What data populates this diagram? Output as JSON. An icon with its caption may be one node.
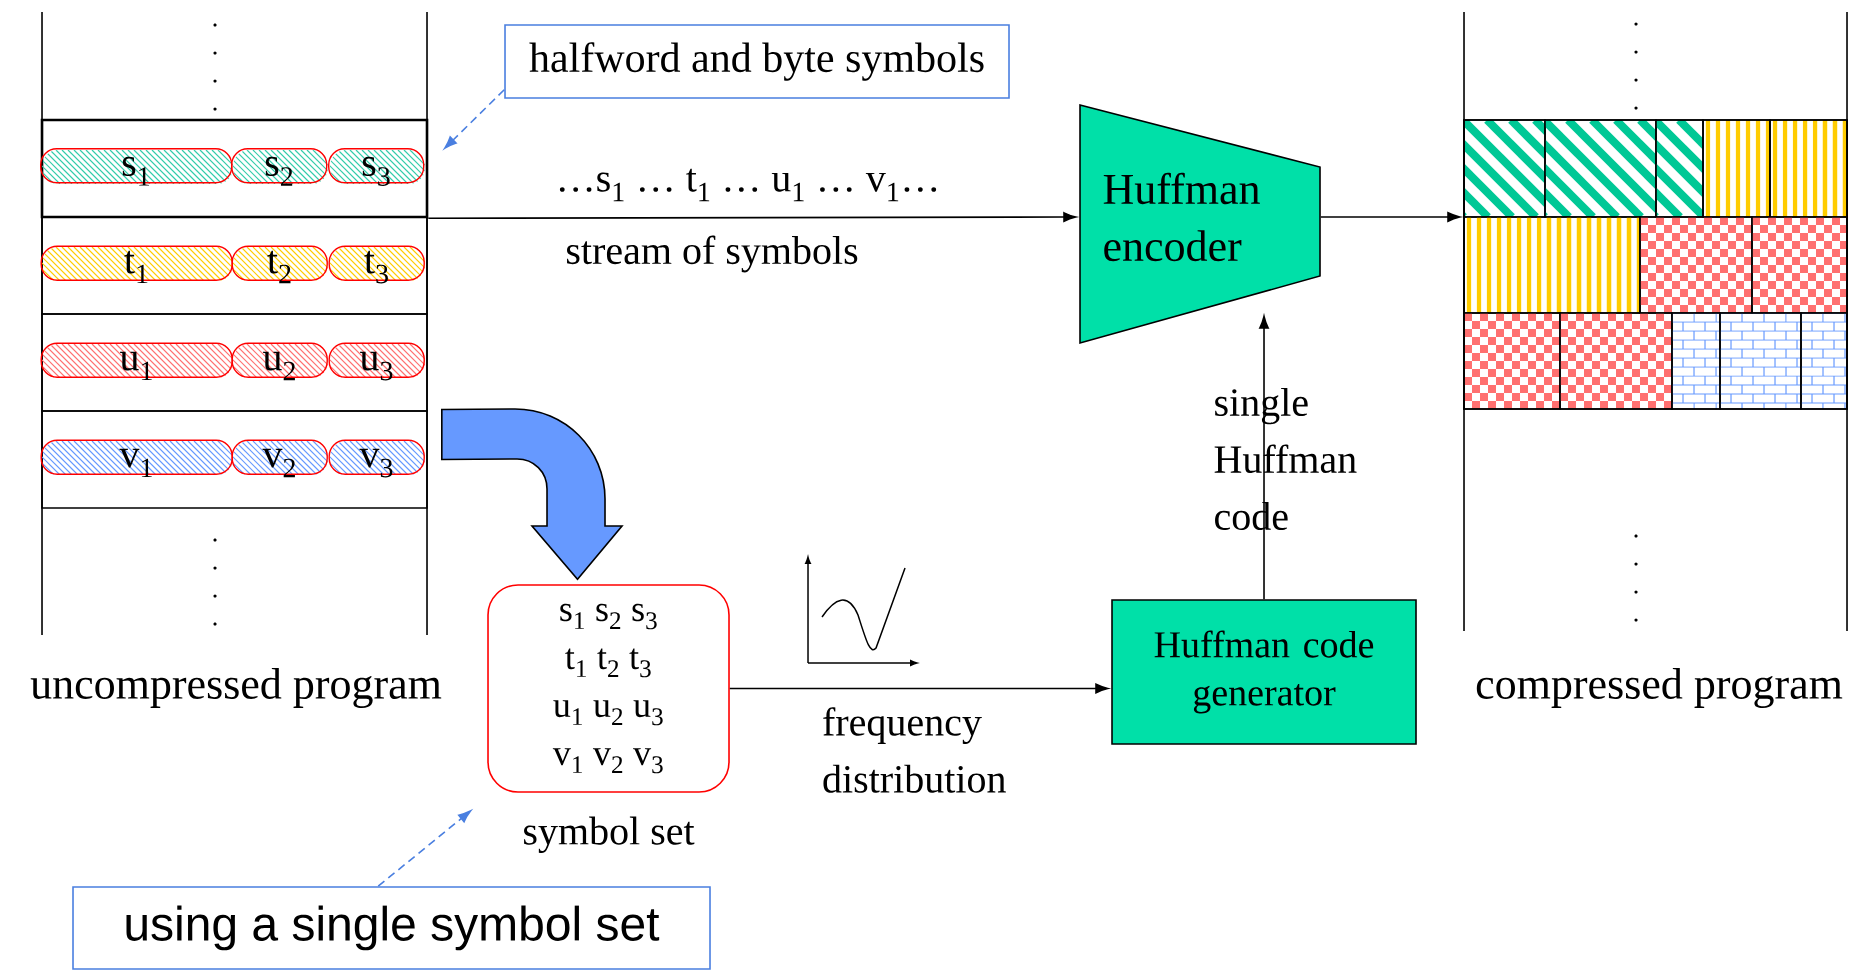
{
  "diagram": {
    "nodes": [
      {
        "text": [],
        "shape": "box"
      },
      {
        "text": [
          "s$_{1}$"
        ],
        "in": 0
      },
      {
        "text": [
          "s$_{2}$"
        ],
        "in": 0
      },
      {
        "text": [
          "s$_{3}$"
        ],
        "in": 0
      },
      {
        "text": [],
        "shape": "box"
      },
      {
        "text": [
          "t$_{1}$"
        ],
        "in": 4
      },
      {
        "text": [
          "t$_{2}$"
        ],
        "in": 4
      },
      {
        "text": [
          "t$_{3}$"
        ],
        "in": 4
      },
      {
        "text": [],
        "shape": "box"
      },
      {
        "text": [
          "u$_{1}$"
        ],
        "in": 8
      },
      {
        "text": [
          "u$_{2}$"
        ],
        "in": 8
      },
      {
        "text": [
          "u$_{3}$"
        ],
        "in": 8
      },
      {
        "text": [],
        "shape": "box"
      },
      {
        "text": [
          "v$_{1}$"
        ],
        "in": 12
      },
      {
        "text": [
          "v$_{2}$"
        ],
        "in": 12
      },
      {
        "text": [
          "v$_{3}$"
        ],
        "in": 12
      },
      {
        "text": [
          "halfword and byte symbols"
        ]
      },
      {
        "text": [
          "Huffman encoder"
        ]
      },
      {
        "text": [],
        "shape": "box"
      },
      {
        "text": [
          "s$_{1}$ s$_{2}$ s$_{3}$",
          "t$_{1}$ t$_{2}$ t$_{3}$",
          "u$_{1}$ u$_{2}$ u$_{3}$",
          "v$_{1}$ v$_{2}$ v$_{3}$"
        ],
        "beside": [
          "symbol set"
        ]
      },
      {
        "text": [
          "Huffman code generator"
        ]
      },
      {
        "text": [
          "using a single symbol set"
        ]
      }
    ],
    "edges": [
      {
        "from": 16,
        "to": 0,
        "arrow": "to",
        "style": "dashed",
        "color": "#4a7fe0"
      },
      {
        "from": 0,
        "to": 17,
        "arrow": "to",
        "label": "stream of symbols"
      },
      {
        "from": 17,
        "to": 18,
        "arrow": "to"
      },
      {
        "from": 12,
        "to": 19,
        "arrow": "to",
        "style": "thick",
        "color": "#6699ff"
      },
      {
        "from": 19,
        "to": 20,
        "arrow": "to",
        "label": "frequency distribution"
      },
      {
        "from": 20,
        "to": 17,
        "arrow": "to",
        "label": "single Huffman code"
      },
      {
        "from": 21,
        "to": 19,
        "arrow": "to",
        "style": "dashed",
        "color": "#4a7fe0"
      }
    ],
    "labels": [
      "uncompressed program",
      "…s$_{1}$ … t$_{1}$ … u$_{1}$ … v$_{1}$…",
      "compressed program"
    ]
  }
}
